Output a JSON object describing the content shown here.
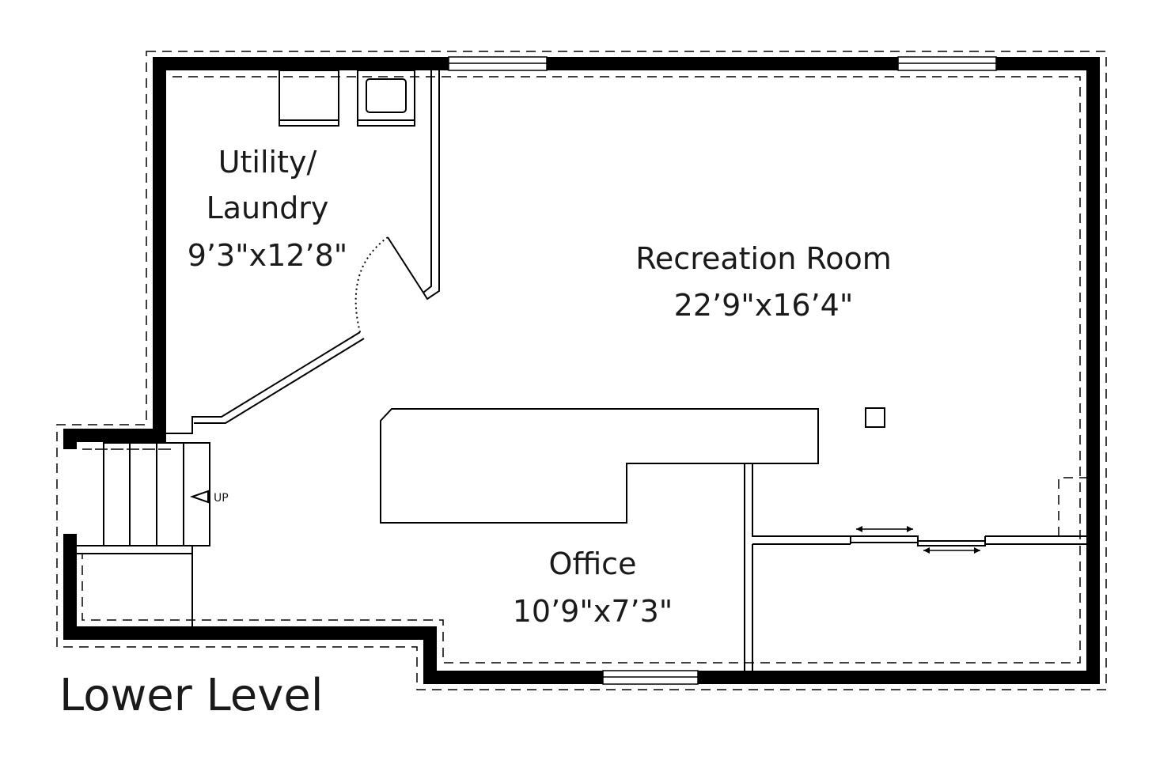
{
  "plan_title": "Lower Level",
  "rooms": {
    "utility": {
      "line1": "Utility/",
      "line2": "Laundry",
      "dimensions": "9’3\"x12’8\""
    },
    "recreation": {
      "line1": "Recreation Room",
      "dimensions": "22’9\"x16’4\""
    },
    "office": {
      "line1": "Office",
      "dimensions": "10’9\"x7’3\""
    }
  },
  "stairs": {
    "direction_label": "UP"
  },
  "colors": {
    "wall": "#000000",
    "background": "#ffffff"
  }
}
